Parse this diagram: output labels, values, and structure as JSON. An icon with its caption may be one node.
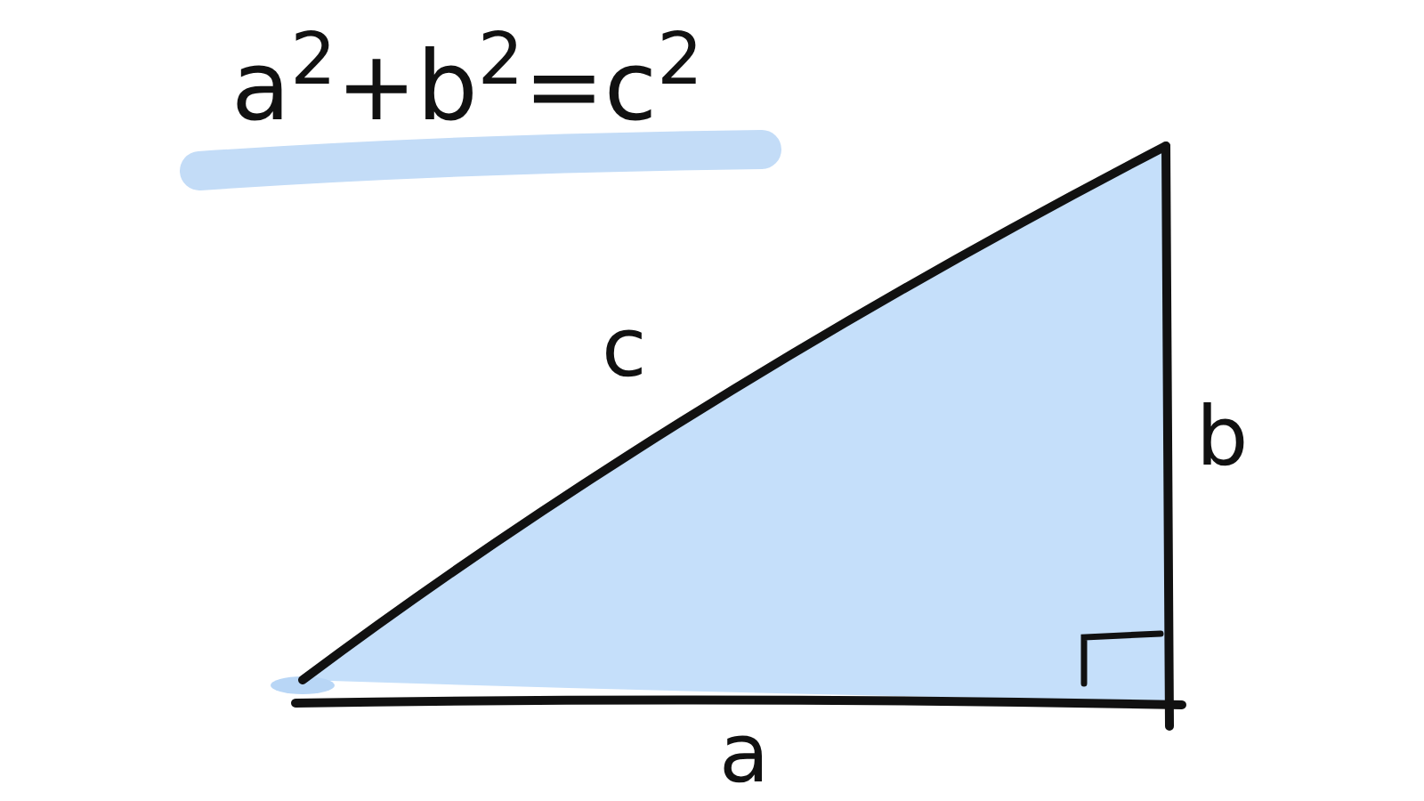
{
  "diagram": {
    "title": "a$^{2}$+b$^{2}$=c$^{2}$",
    "labels": [
      "c",
      "b",
      "a"
    ]
  }
}
